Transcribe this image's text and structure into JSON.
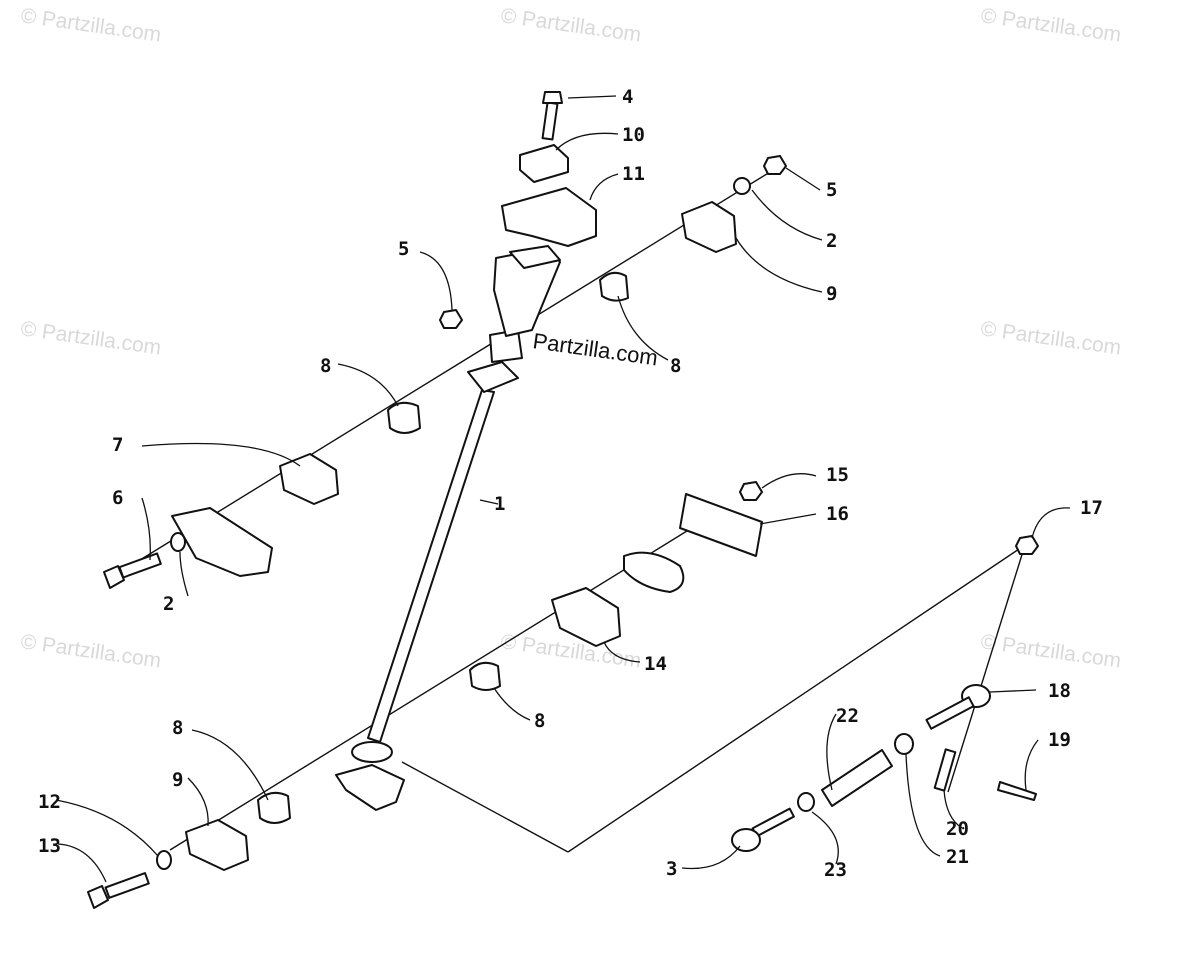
{
  "watermark": {
    "text": "© Partzilla.com",
    "center_text": "Partzilla.com"
  },
  "callouts": [
    "1",
    "2",
    "2",
    "3",
    "4",
    "5",
    "5",
    "6",
    "7",
    "8",
    "8",
    "8",
    "8",
    "9",
    "9",
    "10",
    "11",
    "12",
    "13",
    "14",
    "15",
    "16",
    "17",
    "18",
    "19",
    "20",
    "21",
    "22",
    "23"
  ],
  "parts": [
    "steering-post",
    "washer",
    "washer",
    "tie-rod-end",
    "bolt",
    "lock-nut",
    "lock-nut",
    "bolt",
    "bearing-cap",
    "bushing",
    "bushing",
    "bushing",
    "bushing",
    "bearing-cap",
    "bearing-cap",
    "clamp",
    "handlebar-block",
    "washer",
    "bolt",
    "bearing-cap",
    "lock-nut",
    "plate",
    "lock-nut",
    "tie-rod-end",
    "cotter-pin",
    "bolt",
    "jam-nut",
    "tie-rod",
    "jam-nut"
  ]
}
